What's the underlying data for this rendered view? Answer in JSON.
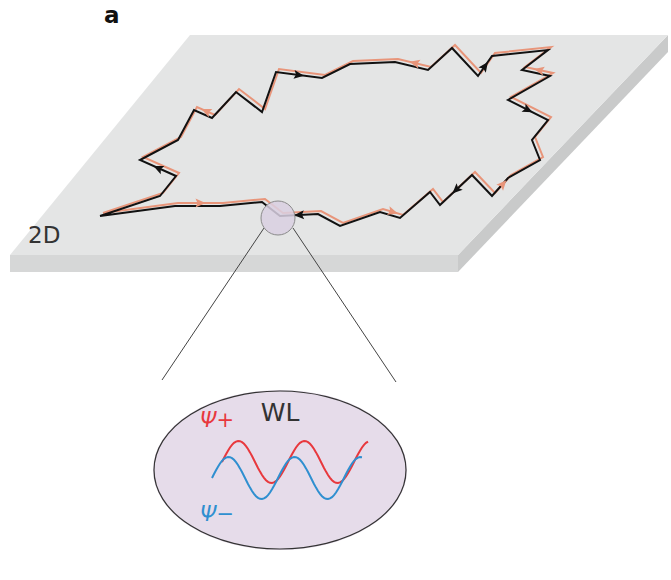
{
  "diagram": {
    "nodes": [
      {
        "text": [
          "WL"
        ]
      }
    ],
    "labels": [
      "a",
      "2D",
      "Ψ+",
      "Ψ−"
    ]
  }
}
